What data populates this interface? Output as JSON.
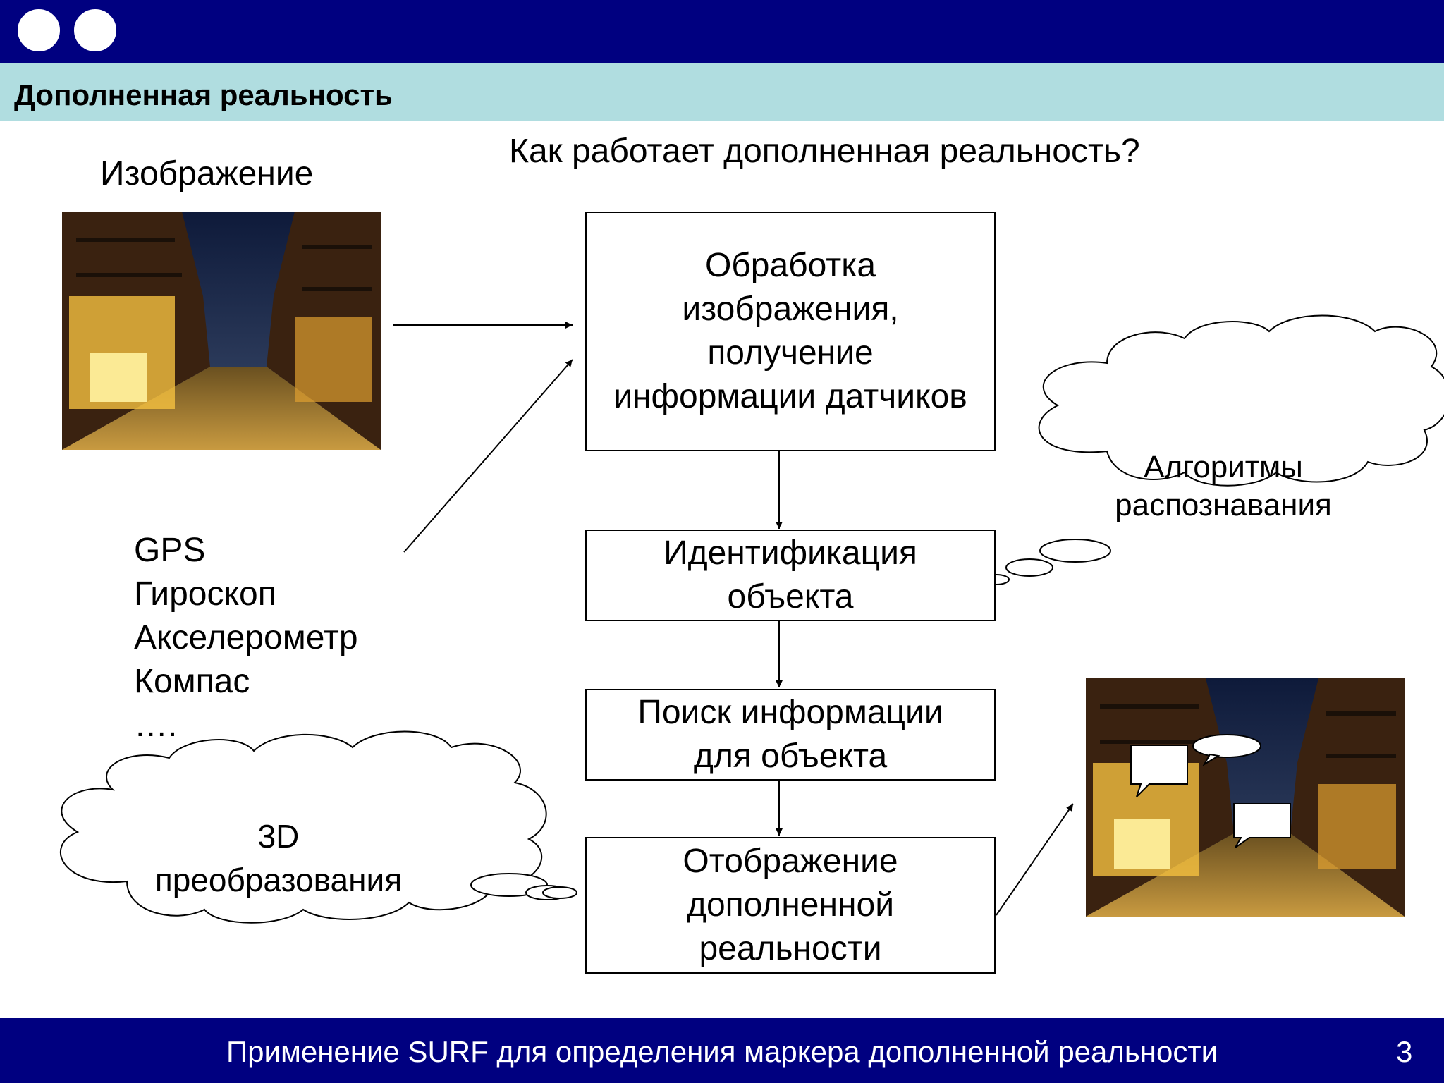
{
  "header": {
    "title": "Дополненная реальность"
  },
  "main": {
    "question": "Как работает дополненная реальность?",
    "image_label": "Изображение",
    "sensors": [
      "GPS",
      "Гироскоп",
      "Акселерометр",
      "Компас",
      "…."
    ],
    "steps": [
      "Обработка\nизображения,\nполучение\nинформации датчиков",
      "Идентификация\nобъекта",
      "Поиск информации\nдля объекта",
      "Отображение\nдополненной\nреальности"
    ],
    "cloud_recognition": "Алгоритмы\nраспознавания",
    "cloud_3d": "3D\nпреобразования"
  },
  "footer": {
    "text": "Применение SURF для определения маркера дополненной реальности",
    "page": "3"
  },
  "colors": {
    "bar": "#000080",
    "subbar": "#b0dde0"
  }
}
